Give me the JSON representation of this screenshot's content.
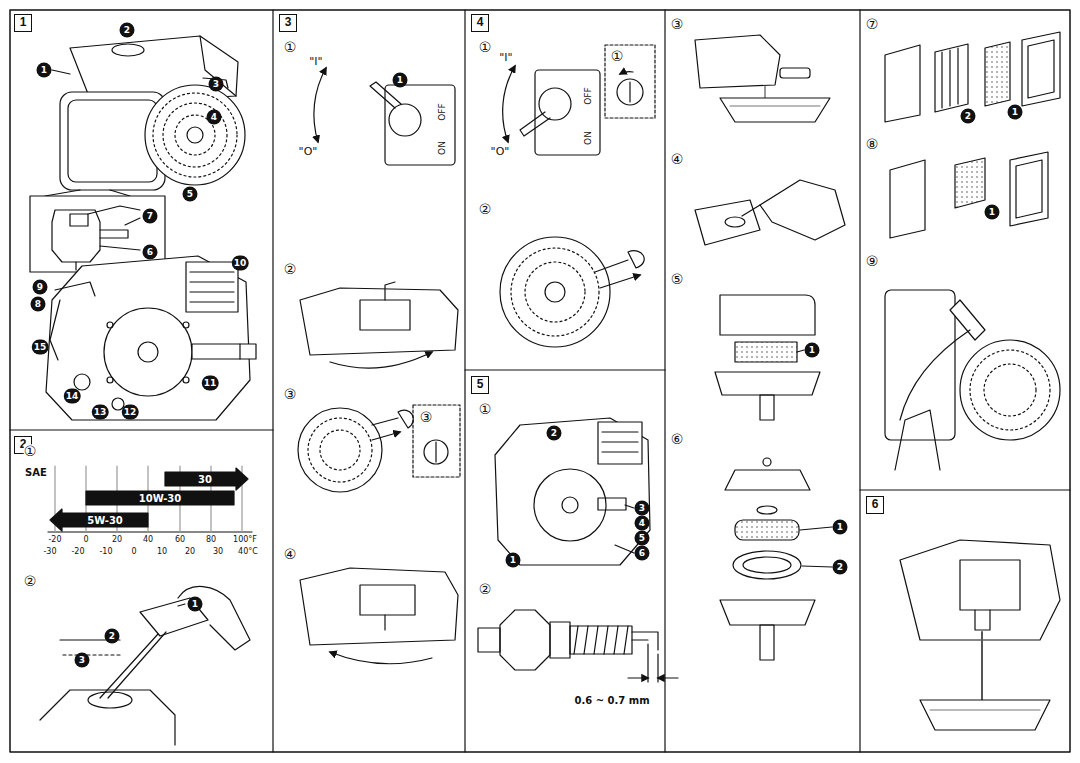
{
  "diagram": {
    "nodes": [
      {
        "text": [
          "1"
        ]
      },
      {
        "text": [
          "2"
        ]
      },
      {
        "text": [
          "3"
        ]
      },
      {
        "text": [
          "4"
        ]
      },
      {
        "text": [
          "5"
        ]
      },
      {
        "text": [
          "6"
        ]
      }
    ],
    "labels": [
      "1",
      "2",
      "3",
      "4",
      "5",
      "7",
      "6",
      "9",
      "10",
      "8",
      "15",
      "11",
      "14",
      "13",
      "12",
      "①",
      "SAE",
      "30",
      "10W-30",
      "5W-30",
      "-20",
      "0",
      "20",
      "40",
      "60",
      "80",
      "100°F",
      "-30",
      "-20",
      "-10",
      "0",
      "10",
      "20",
      "30",
      "40°C",
      "②",
      "1",
      "2",
      "3",
      "①",
      "\"I\"",
      "\"O\"",
      "1",
      "OFF",
      "ON",
      "②",
      "③",
      "③",
      "④",
      "①",
      "\"I\"",
      "\"O\"",
      "OFF",
      "ON",
      "①",
      "②",
      "①",
      "2",
      "3",
      "4",
      "5",
      "6",
      "1",
      "②",
      "0.6 ~ 0.7 mm",
      "③",
      "④",
      "⑤",
      "1",
      "⑥",
      "1",
      "2",
      "⑦",
      "2",
      "1",
      "⑧",
      "1",
      "⑨"
    ]
  }
}
